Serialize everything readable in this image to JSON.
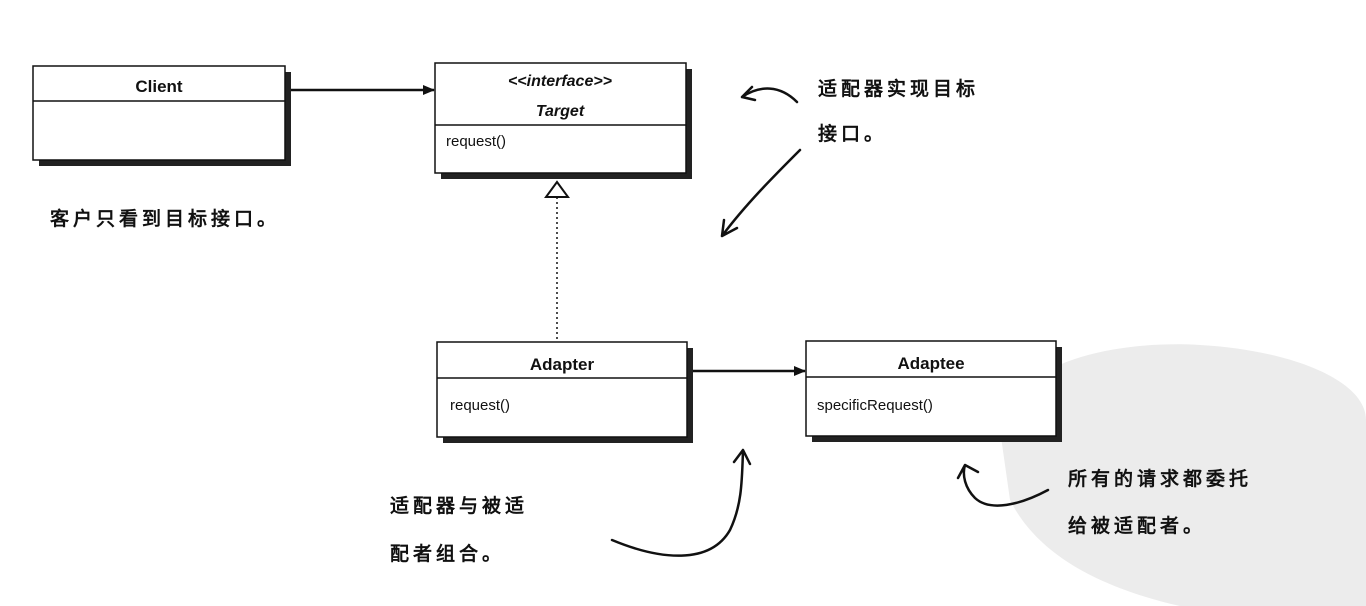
{
  "classes": {
    "client": {
      "name": "Client"
    },
    "target": {
      "stereotype": "<<interface>>",
      "name": "Target",
      "methods": [
        "request()"
      ]
    },
    "adapter": {
      "name": "Adapter",
      "methods": [
        "request()"
      ]
    },
    "adaptee": {
      "name": "Adaptee",
      "methods": [
        "specificRequest()"
      ]
    }
  },
  "annotations": {
    "client_note": "客户只看到目标接口。",
    "adapter_implements": [
      "适配器实现目标",
      "接口。"
    ],
    "composition_note": [
      "适配器与被适",
      "配者组合。"
    ],
    "delegation_note": [
      "所有的请求都委托",
      "给被适配者。"
    ]
  }
}
